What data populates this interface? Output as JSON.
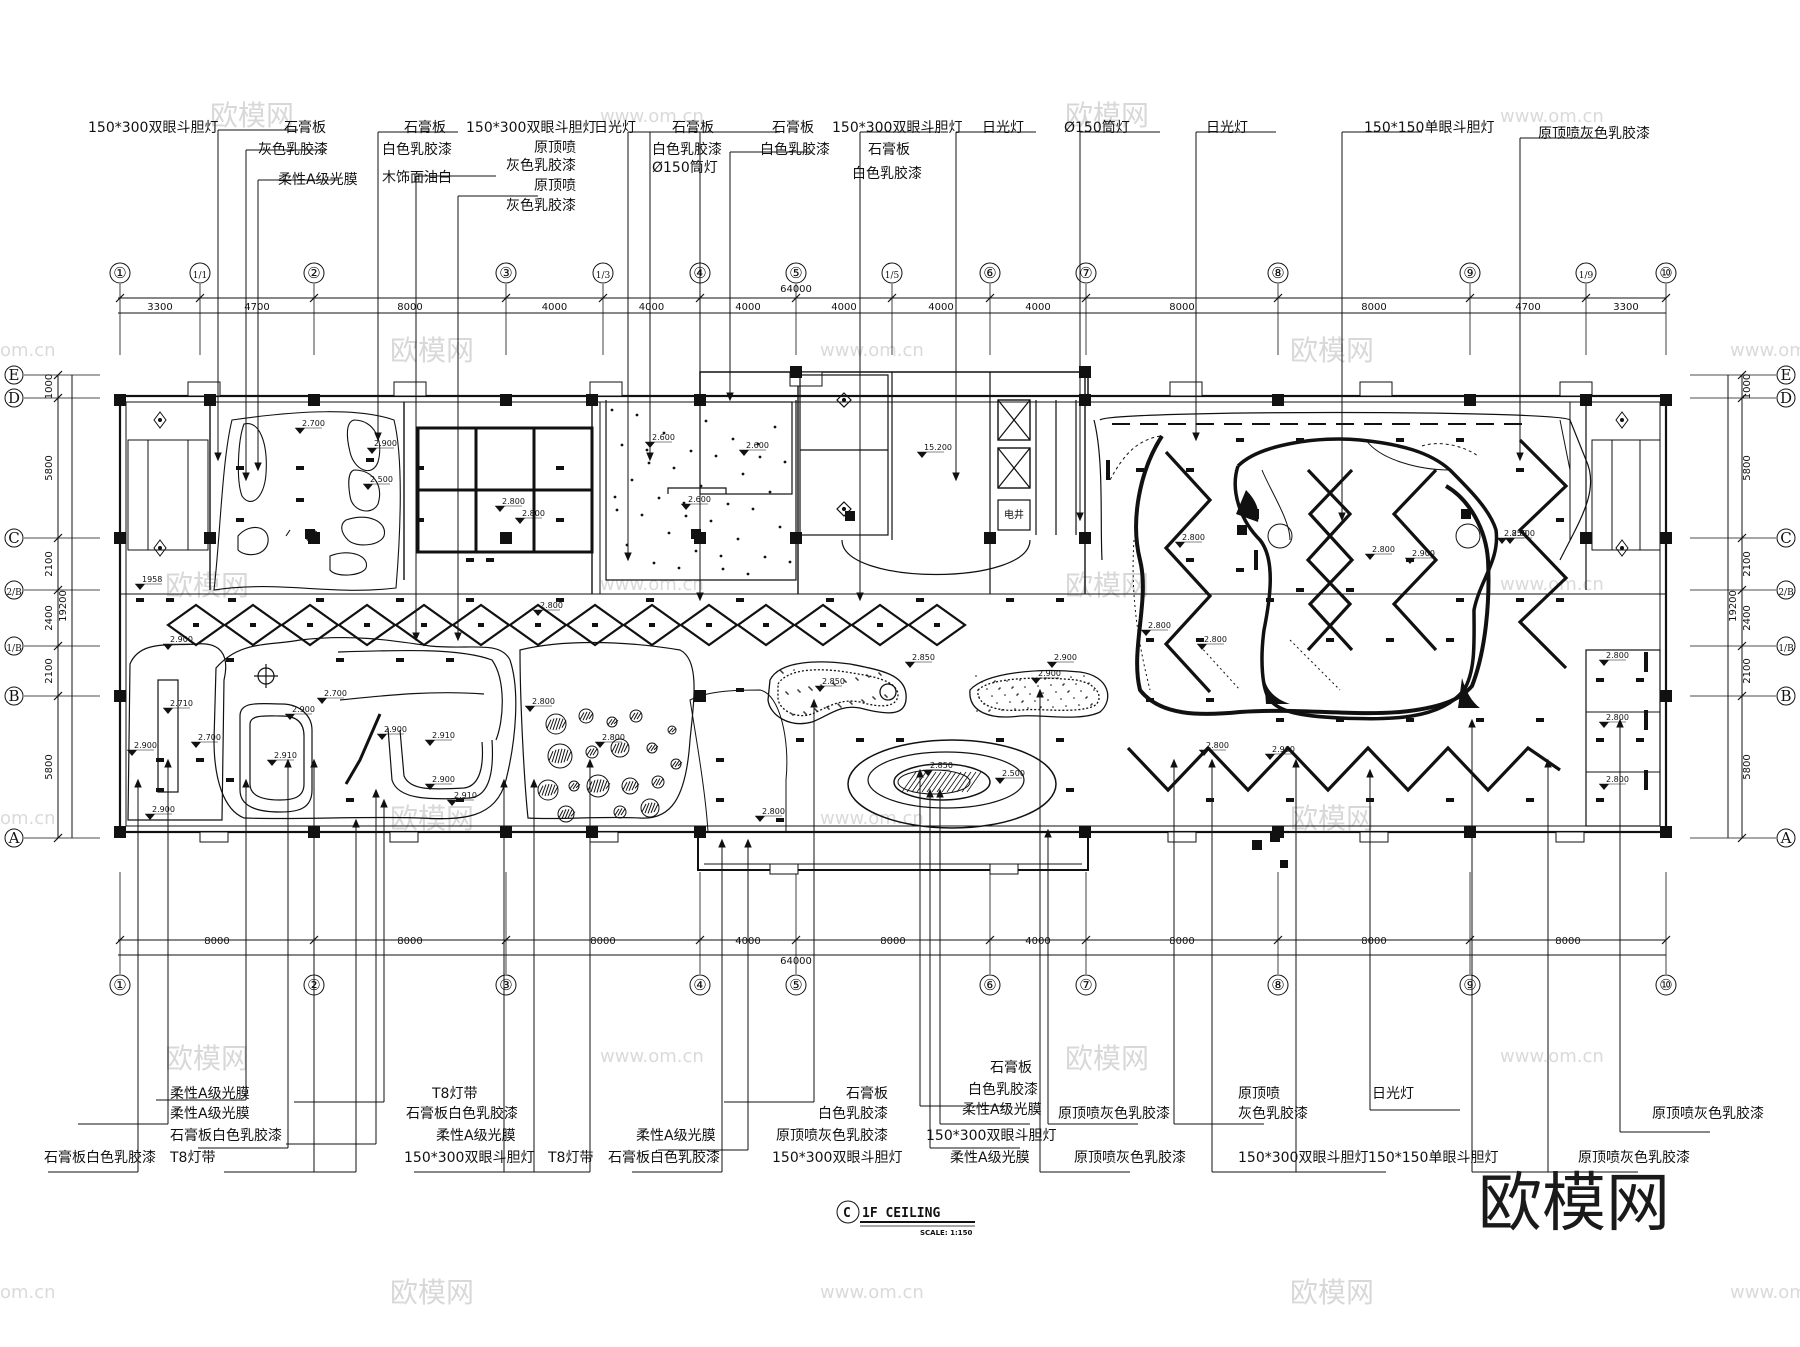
{
  "title": {
    "tag": "C",
    "name": "1F CEILING",
    "scale": "SCALE: 1:150"
  },
  "brand": "欧模网",
  "watermark": {
    "main": "欧模网",
    "url": "www.om.cn",
    "url_short": "om.cn"
  },
  "axes_top": [
    "①",
    "1/1",
    "②",
    "③",
    "1/3",
    "④",
    "⑤",
    "1/5",
    "⑥",
    "⑦",
    "⑧",
    "⑨",
    "1/9",
    "⑩"
  ],
  "axes_bottom": [
    "①",
    "②",
    "③",
    "④",
    "⑤",
    "⑥",
    "⑦",
    "⑧",
    "⑨",
    "⑩"
  ],
  "axes_side": [
    "E",
    "D",
    "C",
    "2/B",
    "1/B",
    "B",
    "A"
  ],
  "dims": {
    "top_total": "64000",
    "top_segments": [
      "3300",
      "4700",
      "8000",
      "4000",
      "4000",
      "4000",
      "4000",
      "4000",
      "4000",
      "8000",
      "8000",
      "4700",
      "3300"
    ],
    "bottom_total": "64000",
    "bottom_segments": [
      "8000",
      "8000",
      "8000",
      "4000",
      "8000",
      "4000",
      "8000",
      "8000",
      "8000"
    ],
    "side_total": "19200",
    "side_segments": [
      "1000",
      "5800",
      "2100",
      "2400",
      "2100",
      "5800"
    ]
  },
  "labels_top": [
    "150*300双眼斗胆灯",
    "石膏板",
    "灰色乳胶漆",
    "柔性A级光膜",
    "石膏板",
    "白色乳胶漆",
    "木饰面油白",
    "150*300双眼斗胆灯",
    "原顶喷",
    "灰色乳胶漆",
    "原顶喷",
    "灰色乳胶漆",
    "日光灯",
    "石膏板",
    "白色乳胶漆",
    "Ø150筒灯",
    "石膏板",
    "白色乳胶漆",
    "150*300双眼斗胆灯",
    "石膏板",
    "白色乳胶漆",
    "日光灯",
    "Ø150筒灯",
    "日光灯",
    "150*150单眼斗胆灯",
    "原顶喷灰色乳胶漆"
  ],
  "labels_bottom": [
    "柔性A级光膜",
    "柔性A级光膜",
    "石膏板白色乳胶漆",
    "T8灯带",
    "石膏板白色乳胶漆",
    "T8灯带",
    "石膏板白色乳胶漆",
    "柔性A级光膜",
    "150*300双眼斗胆灯",
    "T8灯带",
    "柔性A级光膜",
    "石膏板白色乳胶漆",
    "石膏板",
    "白色乳胶漆",
    "原顶喷灰色乳胶漆",
    "150*300双眼斗胆灯",
    "石膏板",
    "白色乳胶漆",
    "柔性A级光膜",
    "150*300双眼斗胆灯",
    "柔性A级光膜",
    "原顶喷灰色乳胶漆",
    "原顶喷灰色乳胶漆",
    "原顶喷",
    "灰色乳胶漆",
    "150*300双眼斗胆灯",
    "日光灯",
    "150*150单眼斗胆灯",
    "原顶喷灰色乳胶漆",
    "原顶喷灰色乳胶漆"
  ],
  "elevations": [
    "2.700",
    "2.900",
    "2.500",
    "2.800",
    "2.800",
    "2.600",
    "2.600",
    "2.600",
    "15.200",
    "2.800",
    "2.800",
    "2.900",
    "2.800",
    "2.850",
    "2.800",
    "2.800",
    "2.800",
    "2.800",
    "2.800",
    "2.800",
    "2.900",
    "2.710",
    "2.700",
    "2.900",
    "2.900",
    "2.910",
    "2.900",
    "2.910",
    "2.900",
    "2.910",
    "2.700",
    "2.900",
    "2.800",
    "2.850",
    "2.900",
    "2.850",
    "2.900",
    "2.850",
    "2.500",
    "2.800",
    "2.900",
    "2.800",
    "2.800",
    "1958"
  ],
  "room_label": "电井"
}
